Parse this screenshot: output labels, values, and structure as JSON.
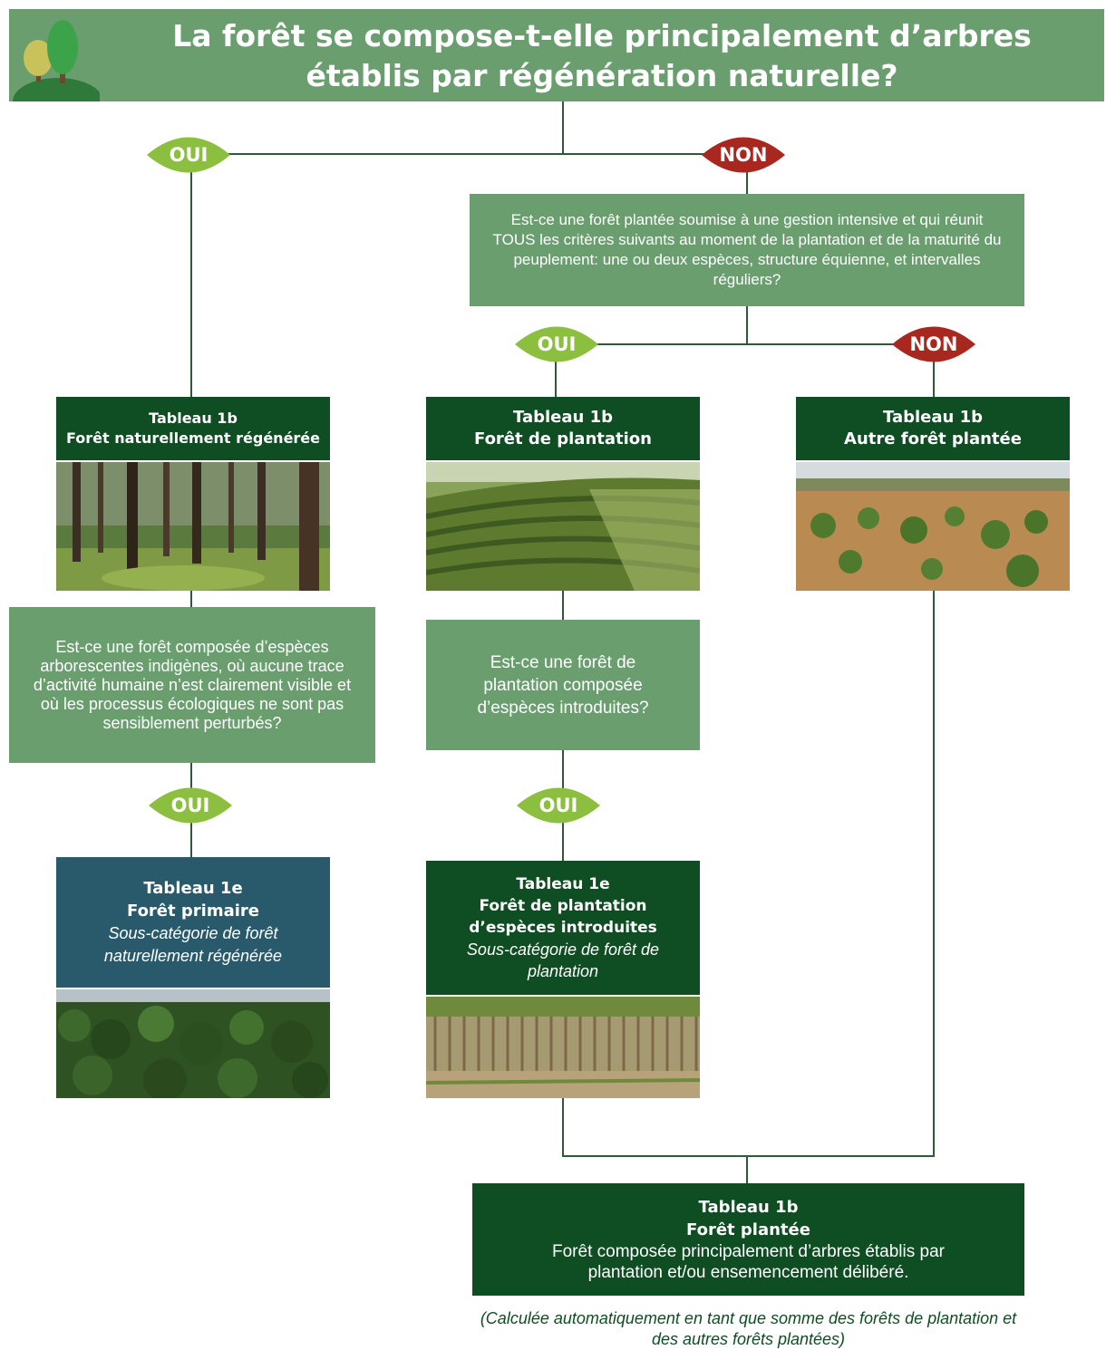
{
  "header": {
    "title_line1": "La forêt se compose-t-elle principalement d’arbres",
    "title_line2": "établis par régénération naturelle?",
    "icon": "tree-icon"
  },
  "leaves": {
    "oui_top": "OUI",
    "non_top": "NON",
    "oui_mid": "OUI",
    "non_mid": "NON",
    "oui_left_bottom": "OUI",
    "oui_center_bottom": "OUI"
  },
  "question_planted": "Est-ce une forêt plantée soumise à une gestion intensive et qui réunit TOUS les critères suivants au moment de la plantation et de la maturité du peuplement: une ou deux espèces, structure équienne, et intervalles réguliers?",
  "boxes": {
    "natural": {
      "table": "Tableau 1b",
      "name": "Forêt naturellement régénérée"
    },
    "plantation": {
      "table": "Tableau 1b",
      "name": "Forêt de plantation"
    },
    "other_planted": {
      "table": "Tableau 1b",
      "name": "Autre forêt plantée"
    },
    "primary": {
      "table": "Tableau 1e",
      "name": "Forêt primaire",
      "sub": "Sous-catégorie de forêt naturellement régénérée"
    },
    "introduced": {
      "table": "Tableau 1e",
      "name_line1": "Forêt de plantation",
      "name_line2": "d’espèces introduites",
      "sub": "Sous-catégorie de forêt de plantation"
    },
    "planted_total": {
      "table": "Tableau 1b",
      "name": "Forêt plantée",
      "desc": "Forêt composée principalement d’arbres établis par plantation et/ou ensemencement délibéré."
    }
  },
  "question_primary": "Est-ce une forêt composée d’espèces arborescentes indigènes, où aucune trace d’activité humaine n’est clairement visible et où les processus écologiques ne sont pas sensiblement perturbés?",
  "question_introduced": "Est-ce une forêt de plantation composée d’espèces introduites?",
  "footnote": "(Calculée automatiquement en tant que somme des forêts de plantation et des autres forêts plantées)",
  "colors": {
    "light_green": "#6a9e6f",
    "dark_green": "#0f4d22",
    "teal": "#295a6b",
    "leaf_yes": "#8cbf3f",
    "leaf_no": "#a8271f"
  }
}
